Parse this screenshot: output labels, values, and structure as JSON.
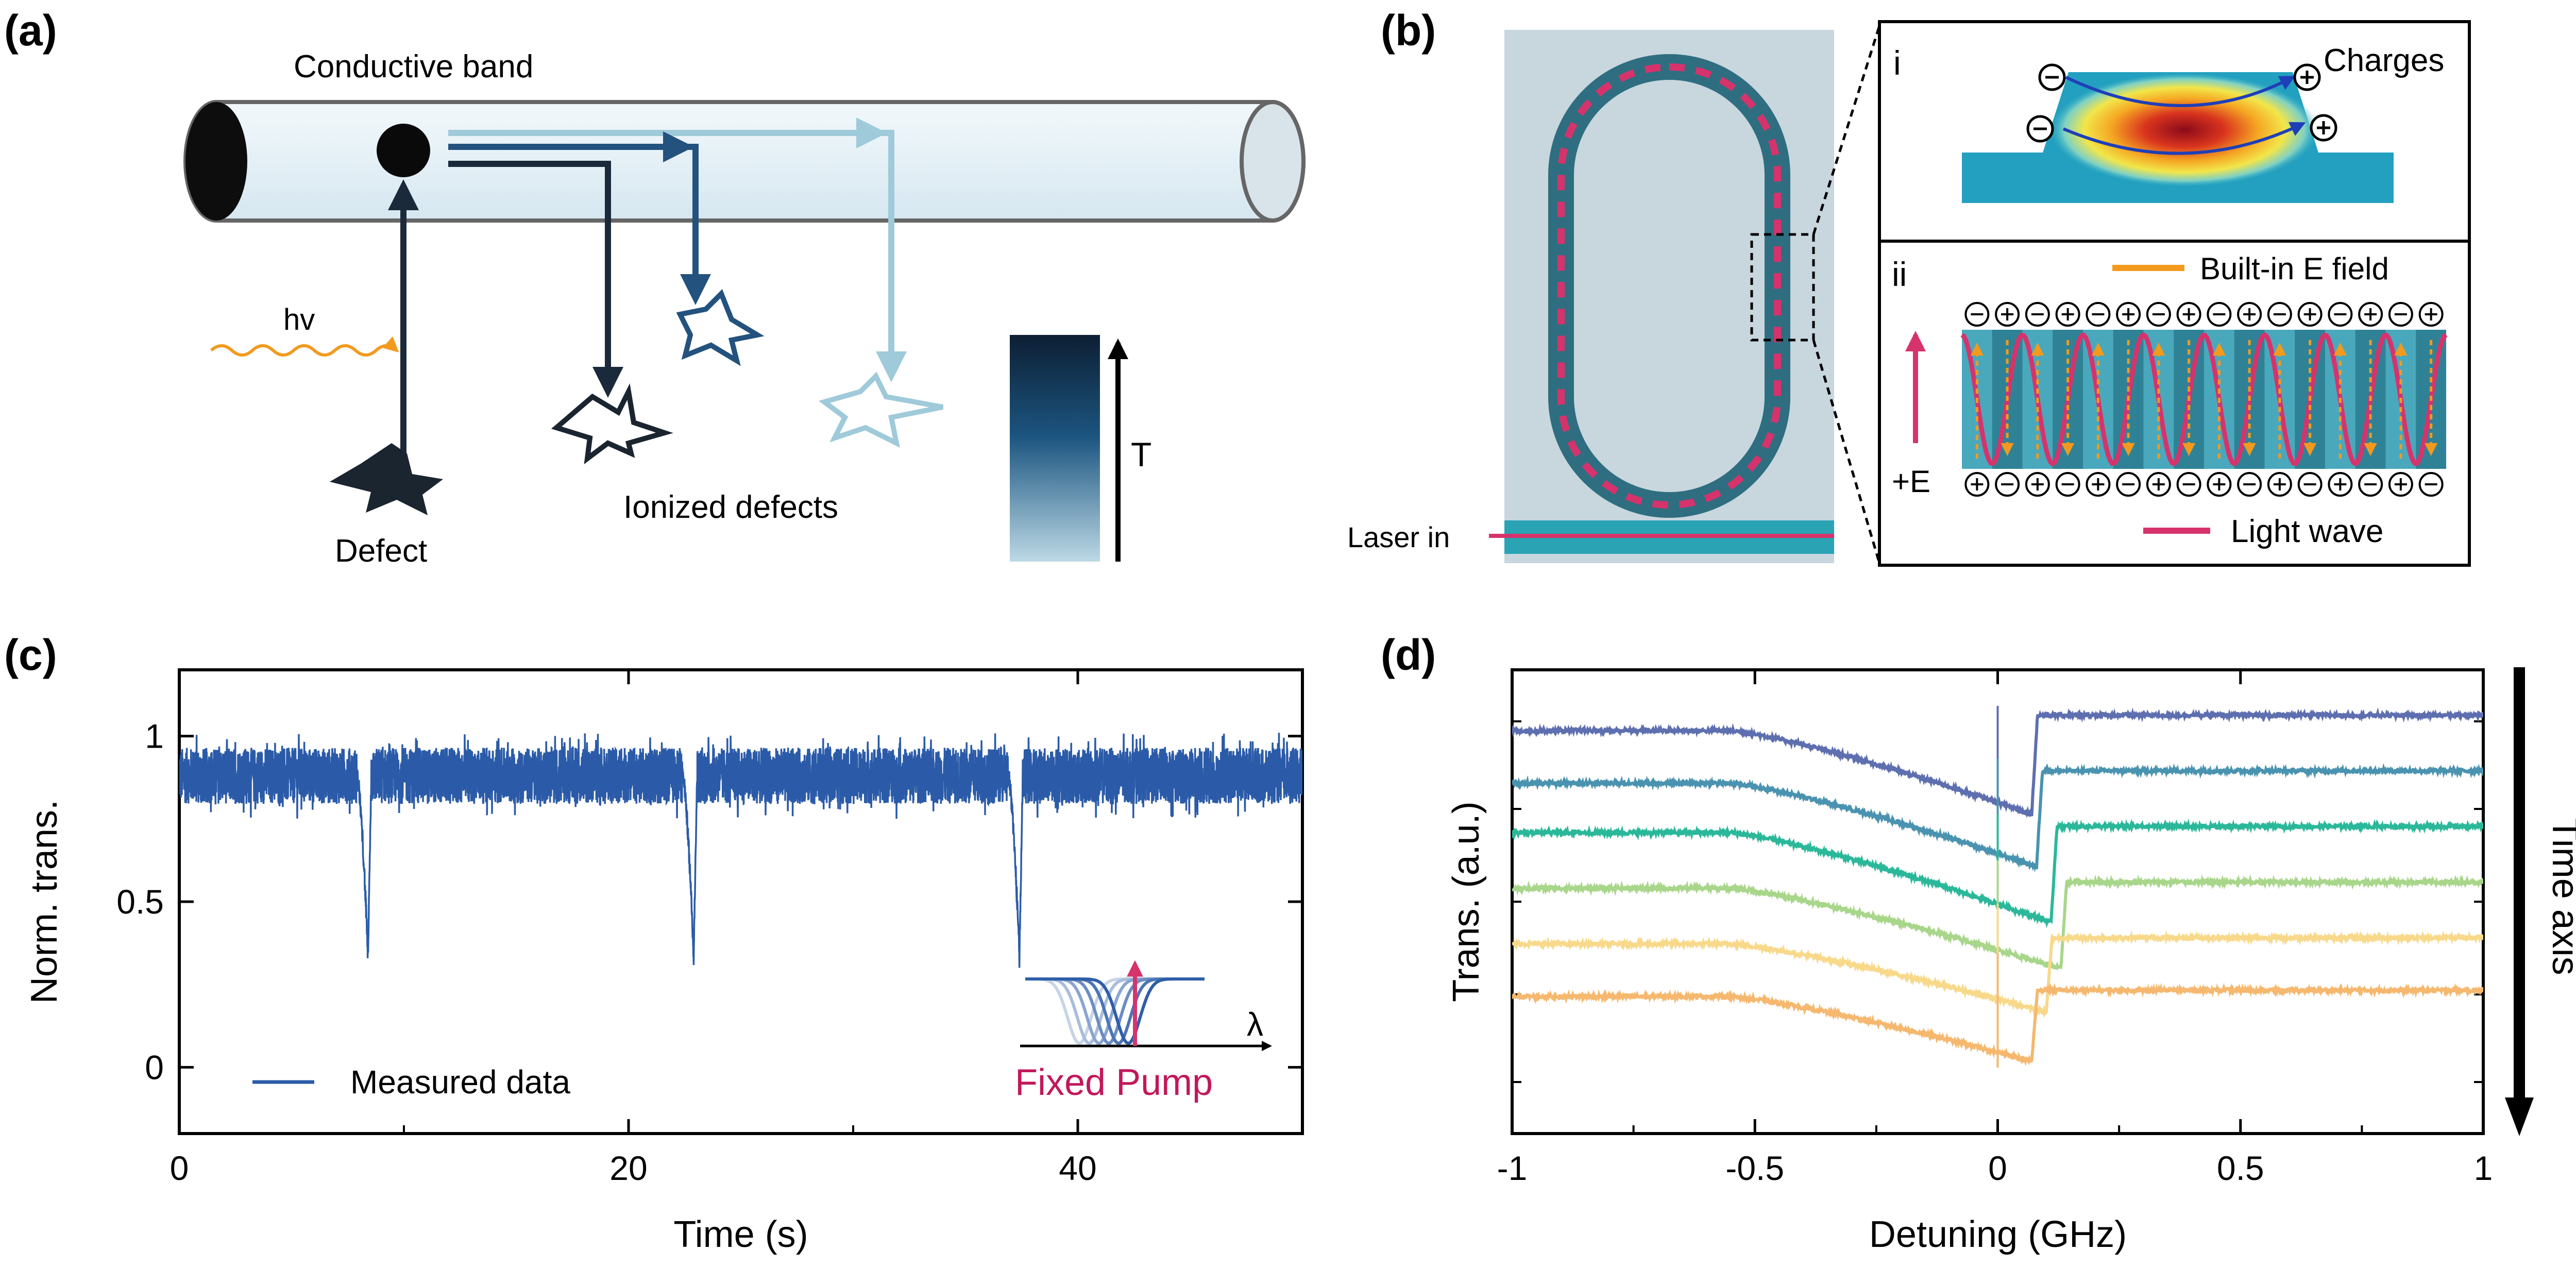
{
  "panel_labels": {
    "a": "(a)",
    "b": "(b)",
    "c": "(c)",
    "d": "(d)"
  },
  "panel_a": {
    "conductive_band": "Conductive band",
    "hv": "hv",
    "defect": "Defect",
    "ionized_defects": "Ionized defects",
    "temperature": "T"
  },
  "panel_b": {
    "laser_in": "Laser in",
    "inset_i": "i",
    "charges": "Charges",
    "inset_ii": "ii",
    "built_in_field": "Built-in E field",
    "plus_e": "+E",
    "light_wave": "Light wave"
  },
  "chart_data": [
    {
      "type": "line",
      "xlabel": "Time (s)",
      "ylabel": "Norm. trans.",
      "xlim": [
        0,
        50
      ],
      "ylim": [
        -0.2,
        1.2
      ],
      "xticks": [
        "0",
        "20",
        "40"
      ],
      "yticks": [
        "0",
        "0.5",
        "1"
      ],
      "series": [
        {
          "name": "Measured data",
          "color": "#2b5ba8",
          "baseline": 0.88,
          "noise_band": [
            0.78,
            0.98
          ],
          "dips": [
            {
              "start": 7.9,
              "min_time": 8.4,
              "min_value": 0.33
            },
            {
              "start": 22.4,
              "min_time": 22.9,
              "min_value": 0.33
            },
            {
              "start": 36.9,
              "min_time": 37.4,
              "min_value": 0.33
            }
          ]
        }
      ],
      "inset": {
        "label": "Fixed Pump",
        "axis_label": "λ"
      }
    },
    {
      "type": "line",
      "xlabel": "Detuning (GHz)",
      "ylabel": "Trans. (a.u.)",
      "annotation": "Time axis",
      "xlim": [
        -1,
        1
      ],
      "xticks": [
        "-1",
        "-0.5",
        "0",
        "0.5",
        "1"
      ],
      "series": [
        {
          "color": "#5e6fb0",
          "left_level": 1.07,
          "dip_x": 0.07,
          "dip_min": 0.8,
          "right_level": 1.12
        },
        {
          "color": "#4a93b0",
          "left_level": 0.9,
          "dip_x": 0.08,
          "dip_min": 0.63,
          "right_level": 0.94
        },
        {
          "color": "#2bb89a",
          "left_level": 0.74,
          "dip_x": 0.11,
          "dip_min": 0.45,
          "right_level": 0.76
        },
        {
          "color": "#a8d68a",
          "left_level": 0.56,
          "dip_x": 0.13,
          "dip_min": 0.3,
          "right_level": 0.58
        },
        {
          "color": "#f8d98a",
          "left_level": 0.38,
          "dip_x": 0.1,
          "dip_min": 0.16,
          "right_level": 0.4
        },
        {
          "color": "#f5b86e",
          "left_level": 0.21,
          "dip_x": 0.07,
          "dip_min": 0.0,
          "right_level": 0.23
        }
      ]
    }
  ]
}
